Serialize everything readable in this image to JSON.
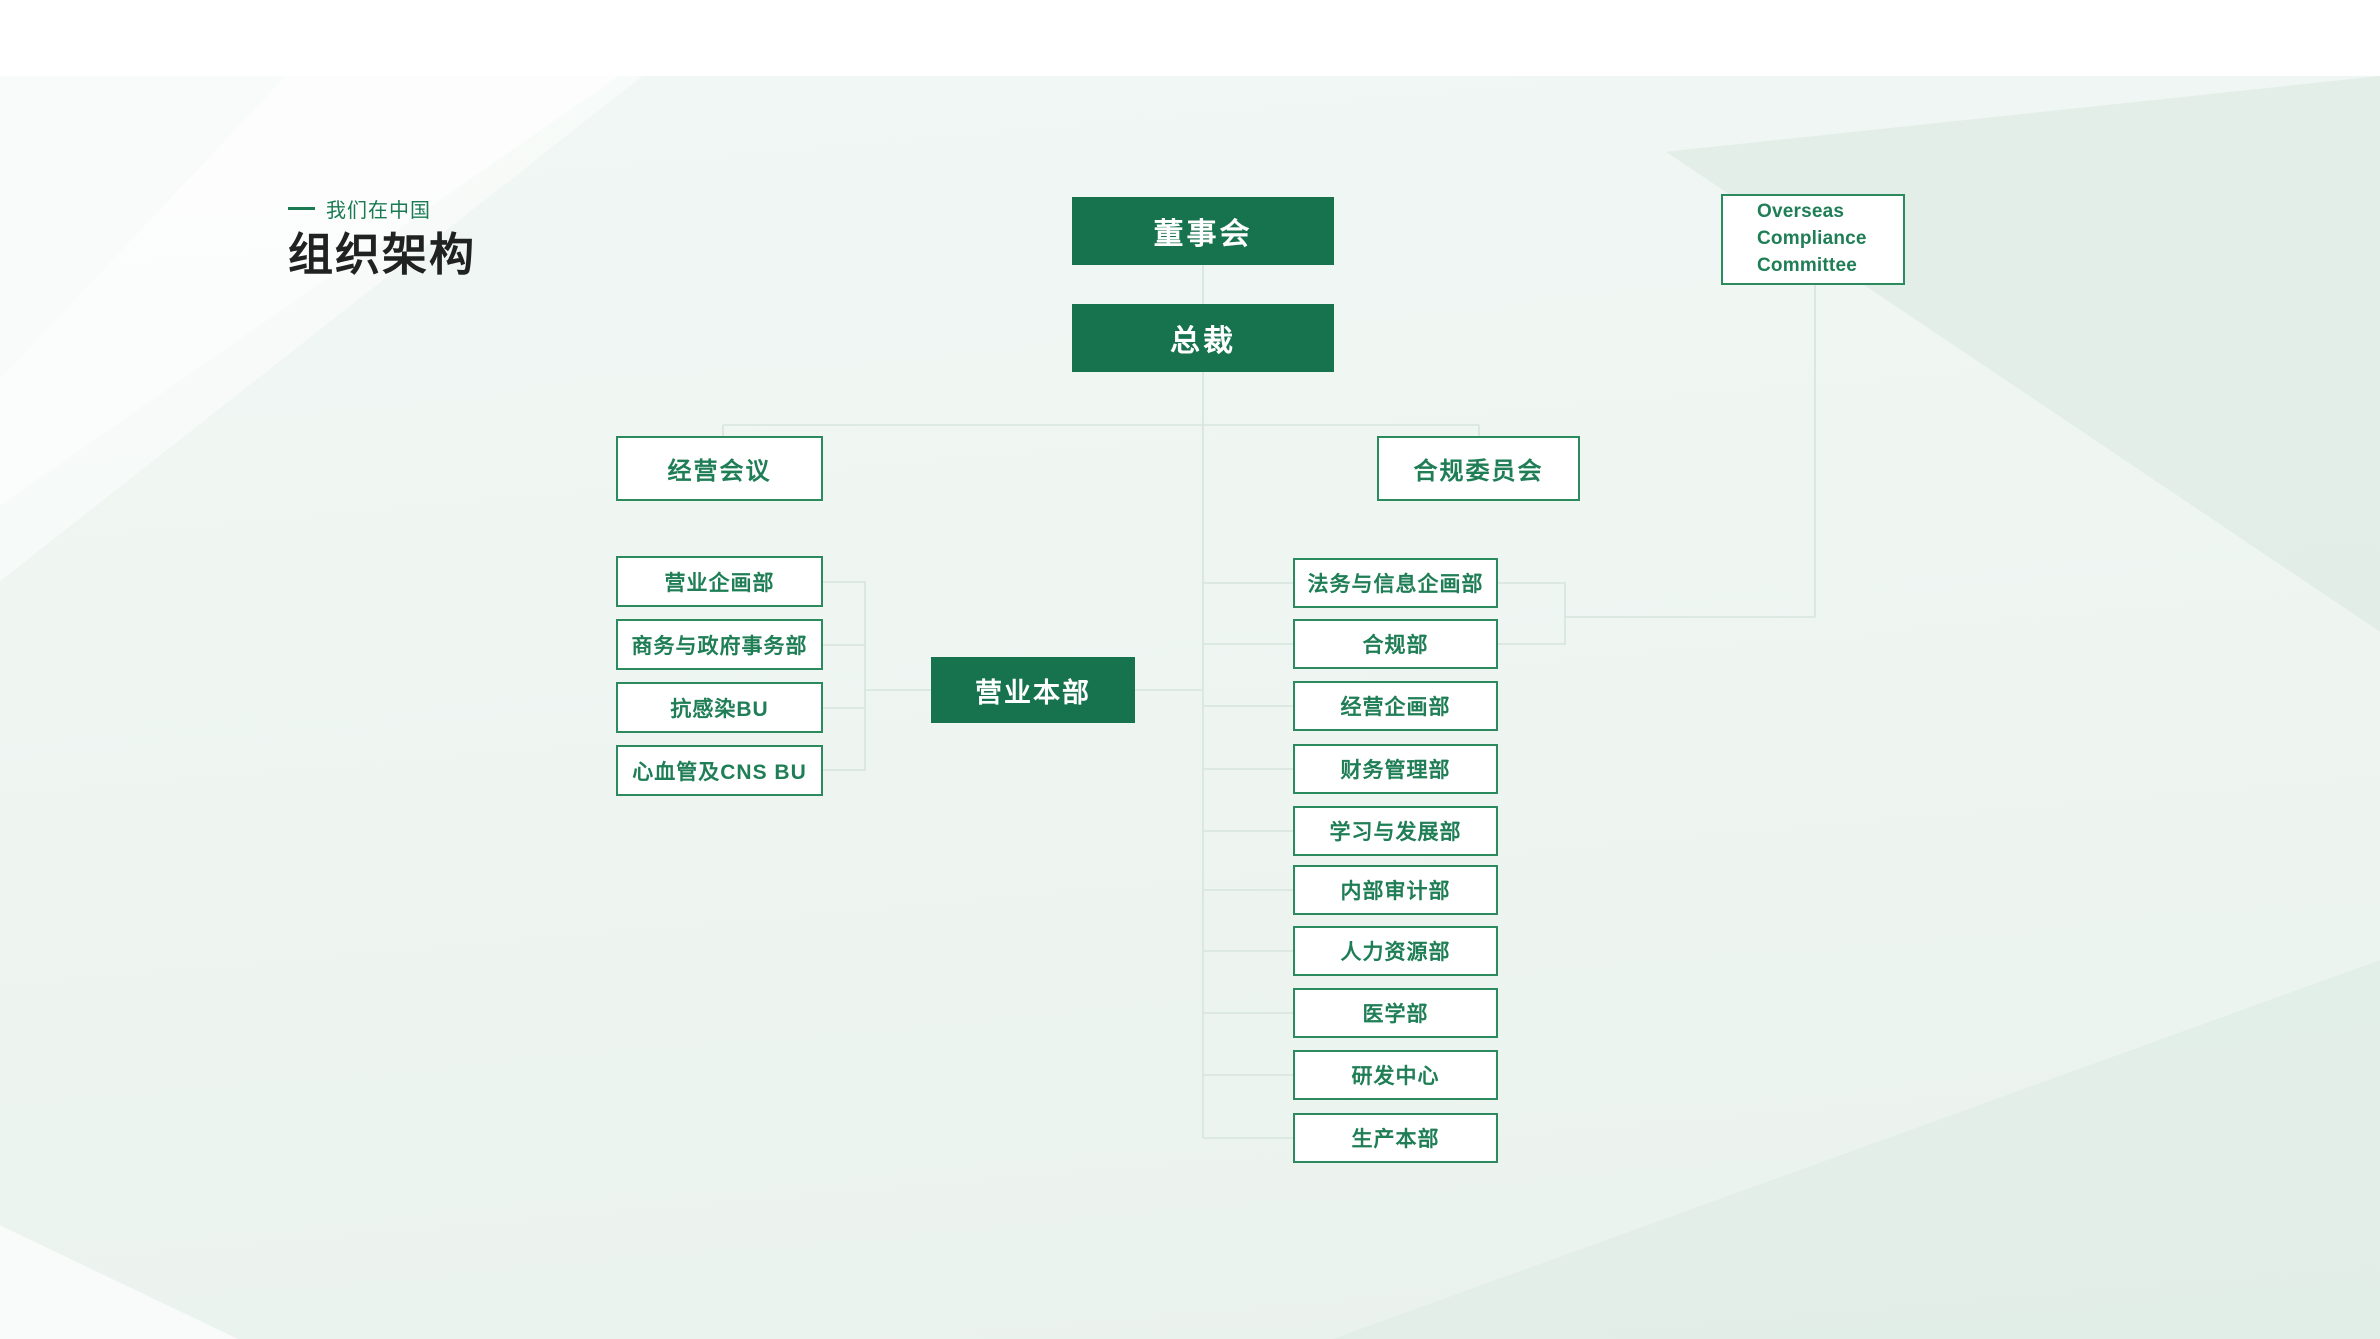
{
  "page": {
    "eyebrow": "我们在中国",
    "title": "组织架构"
  },
  "colors": {
    "brand_green_fill": "#17734e",
    "box_border_green": "#2b8a5e",
    "box_text_green": "#1f7e55",
    "eyebrow_green": "#1a7a52",
    "title_text": "#1f2220",
    "connector_line": "#d6e5dd",
    "canvas_background": "#eef5f1",
    "topbar_background": "#ffffff"
  },
  "org_chart": {
    "board": {
      "label": "董事会"
    },
    "president": {
      "label": "总裁"
    },
    "overseas_committee": {
      "line1": "Overseas",
      "line2": "Compliance",
      "line3": "Committee"
    },
    "management_meeting": {
      "label": "经营会议"
    },
    "compliance_committee": {
      "label": "合规委员会"
    },
    "sales_headquarters": {
      "label": "营业本部"
    },
    "left_departments": [
      "营业企画部",
      "商务与政府事务部",
      "抗感染BU",
      "心血管及CNS BU"
    ],
    "right_departments": [
      "法务与信息企画部",
      "合规部",
      "经营企画部",
      "财务管理部",
      "学习与发展部",
      "内部审计部",
      "人力资源部",
      "医学部",
      "研发中心",
      "生产本部"
    ]
  }
}
